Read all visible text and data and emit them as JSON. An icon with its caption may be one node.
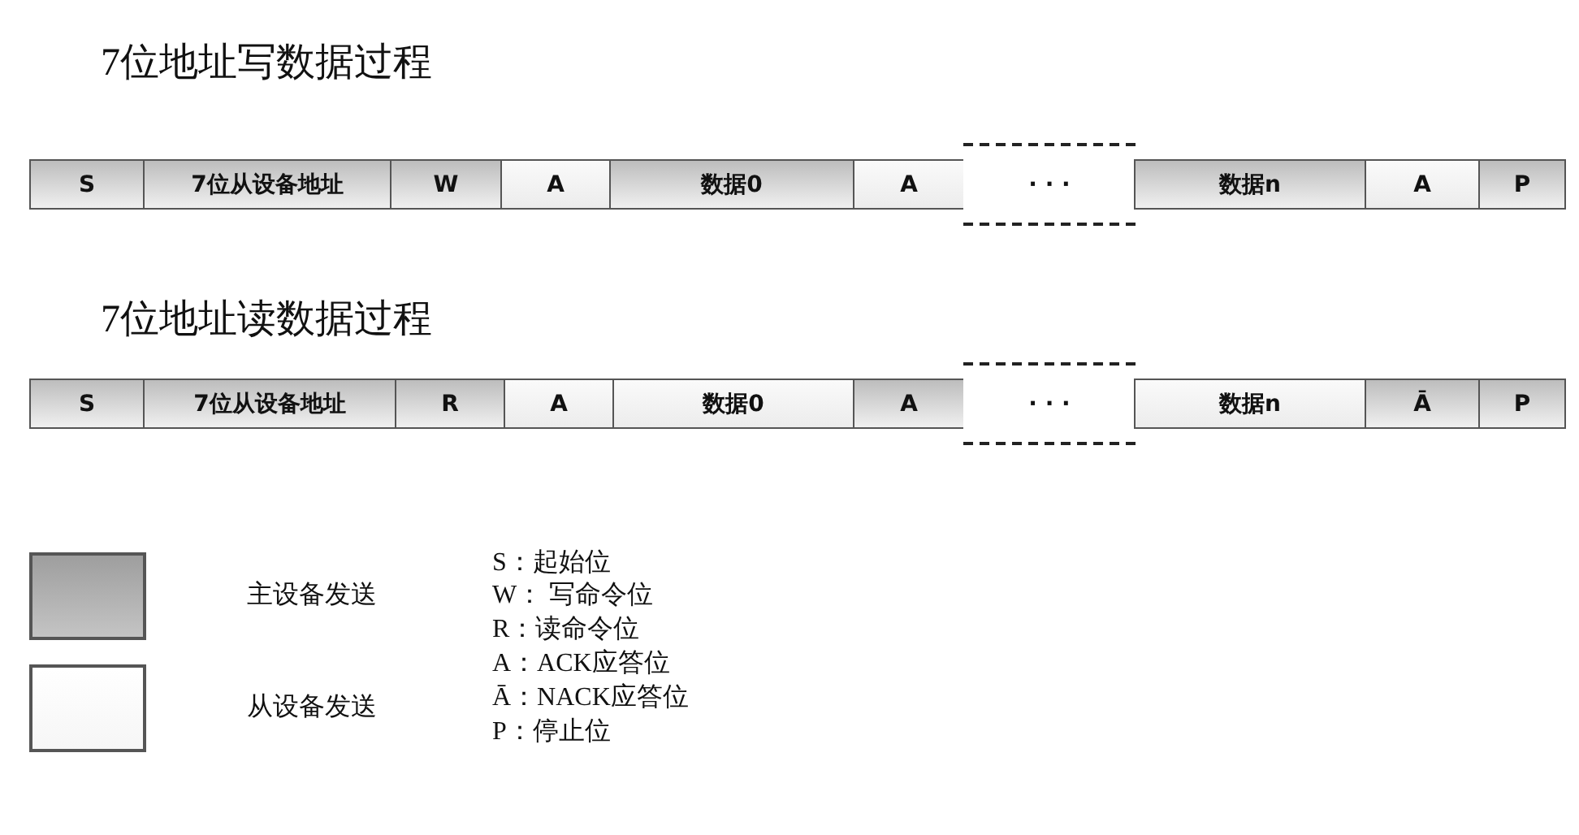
{
  "diagram": {
    "nodes": [
      {
        "text": [
          "S"
        ]
      },
      {
        "text": [
          "7位从设备地址"
        ]
      },
      {
        "text": [
          "W"
        ]
      },
      {
        "text": [
          "A"
        ]
      },
      {
        "text": [
          "数据0"
        ]
      },
      {
        "text": [
          "A"
        ]
      },
      {
        "text": [
          "· · ·"
        ]
      },
      {
        "text": [
          "数据n"
        ]
      },
      {
        "text": [
          "A"
        ]
      },
      {
        "text": [
          "P"
        ]
      },
      {
        "text": [
          "S"
        ]
      },
      {
        "text": [
          "7位从设备地址"
        ]
      },
      {
        "text": [
          "R"
        ]
      },
      {
        "text": [
          "A"
        ]
      },
      {
        "text": [
          "数据0"
        ]
      },
      {
        "text": [
          "A"
        ]
      },
      {
        "text": [
          "· · ·"
        ]
      },
      {
        "text": [
          "数据n"
        ]
      },
      {
        "text": [
          "Ā"
        ]
      },
      {
        "text": [
          "P"
        ]
      }
    ],
    "labels": [
      "7位地址写数据过程",
      "7位地址读数据过程",
      "S：起始位",
      "W： 写命令位",
      "R：读命令位",
      "A：ACK应答位",
      "Ā：NACK应答位",
      "P：停止位"
    ],
    "legend": [
      {
        "text": "主设备发送",
        "color": "#c4c4c4"
      },
      {
        "text": "从设备发送",
        "color": "#f6f6f6"
      }
    ]
  }
}
